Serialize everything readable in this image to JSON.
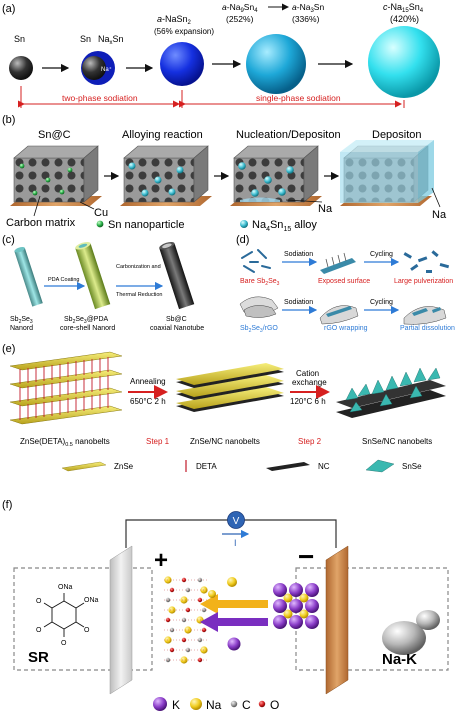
{
  "panel_labels": {
    "a": "(a)",
    "b": "(b)",
    "c": "(c)",
    "d": "(d)",
    "e": "(e)",
    "f": "(f)"
  },
  "panel_a": {
    "sn": "Sn",
    "sn2": "Sn",
    "na_sn": "Na",
    "na_sn_sub": "x",
    "na_sn_tail": "Sn",
    "na_ion": "Na⁺",
    "nasn2_pre": "a",
    "nasn2_body": "-NaSn",
    "nasn2_sub": "2",
    "nasn2_exp": "(56% expansion)",
    "na9sn4_pre": "a",
    "na9sn4_body": "-Na",
    "na9sn4_sub1": "9",
    "na9sn4_mid": "Sn",
    "na9sn4_sub2": "4",
    "na9sn4_pct": "(252%)",
    "na3sn_pre": "a",
    "na3sn_body": "-Na",
    "na3sn_sub": "3",
    "na3sn_tail": "Sn",
    "na3sn_pct": "(336%)",
    "na15_pre": "c",
    "na15_body": "-Na",
    "na15_sub1": "15",
    "na15_mid": "Sn",
    "na15_sub2": "4",
    "na15_pct": "(420%)",
    "two_phase": "two-phase sodiation",
    "single_phase": "single-phase sodiation"
  },
  "panel_b": {
    "stage1": "Sn@C",
    "stage2": "Alloying reaction",
    "stage3": "Nucleation/Depositon",
    "stage4": "Depositon",
    "cu": "Cu",
    "na1": "Na",
    "na2": "Na",
    "carbon_matrix": "Carbon matrix",
    "sn_np": "Sn nanoparticle",
    "alloy_pre": "Na",
    "alloy_sub1": "4",
    "alloy_mid": "Sn",
    "alloy_sub2": "15",
    "alloy_tail": " alloy"
  },
  "panel_c": {
    "pda_coating": "PDA Coating",
    "carbonization": "Carbonization and",
    "thermal": "Thermal Reduction",
    "n1a": "Sb",
    "n1a_sub": "2",
    "n1b": "Se",
    "n1b_sub": "3",
    "n1c": "Nanord",
    "n2a": "Sb",
    "n2a_sub": "2",
    "n2b": "Se",
    "n2b_sub": "3",
    "n2c": "@PDA",
    "n2d": "core-shell Nanord",
    "n3a": "Sb@C",
    "n3b": "coaxial Nanotube"
  },
  "panel_d": {
    "bare_pre": "Bare Sb",
    "bare_sub1": "2",
    "bare_mid": "Se",
    "bare_sub2": "3",
    "rgo_pre": "Sb",
    "rgo_sub1": "2",
    "rgo_mid": "Se",
    "rgo_sub2": "3",
    "rgo_tail": "/rGO",
    "sodiation1": "Sodiation",
    "sodiation2": "Sodiation",
    "cycling1": "Cycling",
    "cycling2": "Cycling",
    "exposed": "Exposed surface",
    "wrapping": "rGO wrapping",
    "pulverization": "Large pulverization",
    "dissolution": "Partial dissolution"
  },
  "panel_e": {
    "annealing": "Annealing",
    "anneal_cond": "650°C 2 h",
    "cation1": "Cation",
    "cation2": "exchange",
    "cation_cond": "120°C 6 h",
    "nb1_pre": "ZnSe(DETA)",
    "nb1_sub": "0.5",
    "nb1_tail": " nanobelts",
    "step1": "Step 1",
    "nb2": "ZnSe/NC nanobelts",
    "step2": "Step 2",
    "nb3": "SnSe/NC nanobelts",
    "leg_znse": "ZnSe",
    "leg_deta": "DETA",
    "leg_nc": "NC",
    "leg_snse": "SnSe"
  },
  "panel_f": {
    "voltmeter": "V",
    "current": "I",
    "plus": "+",
    "minus": "−",
    "sr": "SR",
    "nak": "Na-K",
    "ona1": "ONa",
    "ona2": "ONa",
    "o": "O",
    "leg_k": "K",
    "leg_na": "Na",
    "leg_c": "C",
    "leg_o": "O"
  },
  "colors": {
    "accent_red": "#d62020",
    "label_blue": "#2e7bd6",
    "sn_sphere": "#444444",
    "nasn2_sphere": "#1530e0",
    "na9sn4_sphere": "#1ea8d8",
    "na15_sphere": "#33e0ee",
    "copper": "#d08a4c",
    "k_purple": "#8a3cc8",
    "na_yellow": "#f0cc1e"
  }
}
